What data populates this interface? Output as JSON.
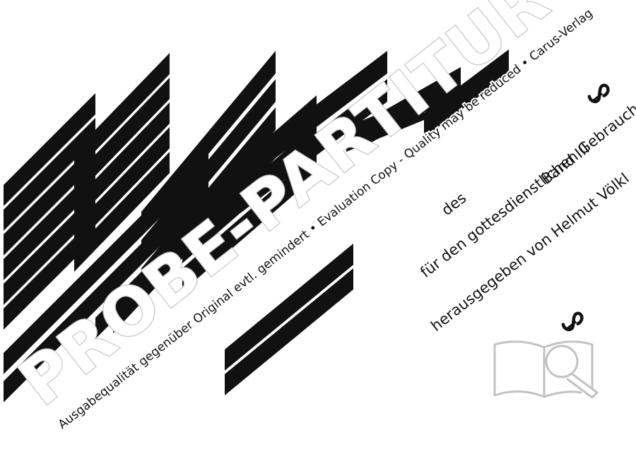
{
  "cover": {
    "title_fragment": "des",
    "subtitle": "für den gottesdienstlichen Gebrauch",
    "volume": "Band III",
    "editor": "herausgegeben von Helmut Völkl"
  },
  "publisher_logo": {
    "icon": "carus-cv-logo-icon"
  },
  "watermark": {
    "main_text": "PROBE-PARTITUR",
    "notice_text": "Ausgabequalität gegenüber Original evtl. gemindert • Evaluation Copy - Quality may be reduced • Carus-Verlag",
    "icon": "book-magnifier-icon"
  },
  "colors": {
    "ink": "#111111",
    "paper": "#ffffff",
    "watermark_outline": "#c7c7c7"
  }
}
